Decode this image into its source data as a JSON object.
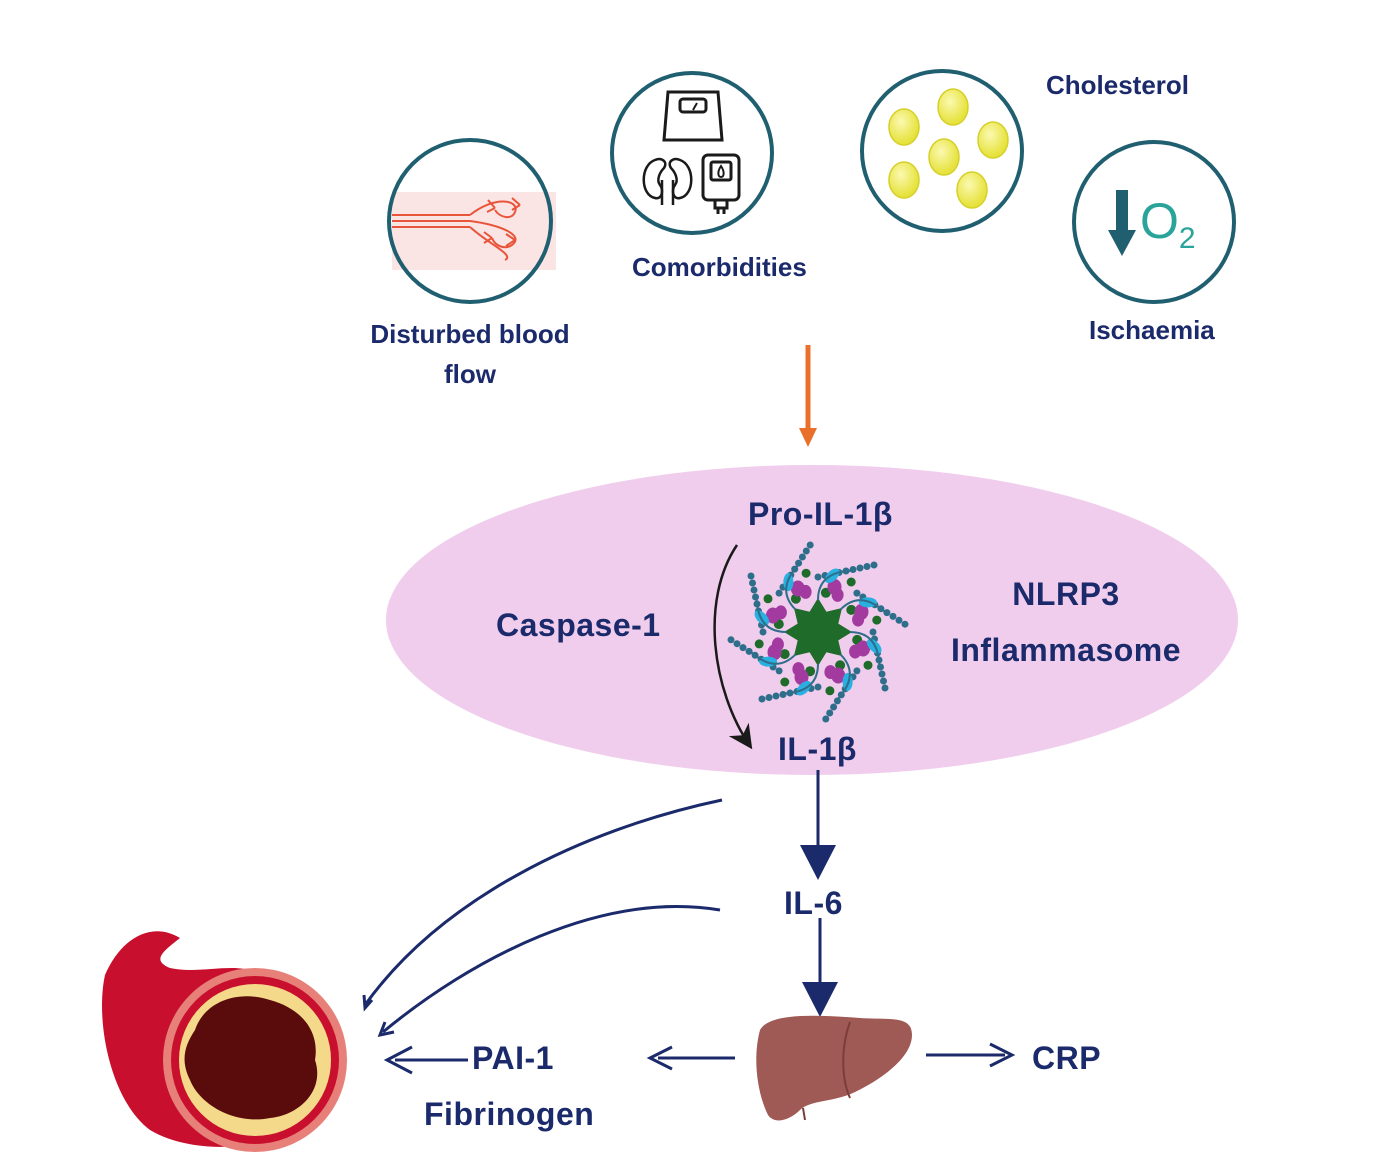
{
  "risk_factors": {
    "disturbed_flow_line1": "Disturbed blood",
    "disturbed_flow_line2": "flow",
    "comorbidities": "Comorbidities",
    "cholesterol": "Cholesterol",
    "ischaemia": "Ischaemia",
    "o2_symbol": "O",
    "o2_subscript": "2"
  },
  "inflammasome": {
    "pro_il1b": "Pro-IL-1β",
    "caspase": "Caspase-1",
    "nlrp3_line1": "NLRP3",
    "nlrp3_line2": "Inflammasome",
    "il1b": "IL-1β"
  },
  "cascade": {
    "il6": "IL-6",
    "pai1": "PAI-1",
    "fibrinogen": "Fibrinogen",
    "crp": "CRP"
  },
  "colors": {
    "navy": "#1b2a6b",
    "teal_circle": "#1f5f70",
    "ellipse_fill": "#f0cdec",
    "orange_arrow": "#e8702a",
    "liver": "#a05a55",
    "artery_red": "#c8102e",
    "plaque": "#f5d98a",
    "lumen": "#5a0b0b",
    "cholesterol_yellow": "#f3f06a",
    "o2_teal": "#2aa39a"
  }
}
